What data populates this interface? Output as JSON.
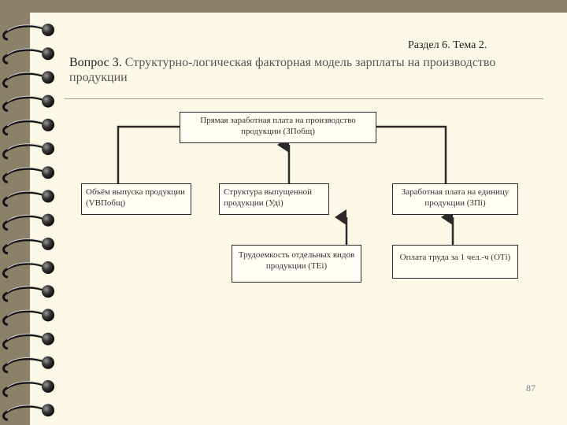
{
  "header": {
    "section": "Раздел 6. Тема 2.",
    "question_label": "Вопрос 3.",
    "question_title": "Структурно-логическая факторная модель зарплаты на производство продукции"
  },
  "diagram": {
    "boxes": {
      "top": "Прямая заработная плата на производство продукции (ЗПобщ)",
      "output": "Объём выпуска продукции (VВПобщ)",
      "structure": "Структура выпущенной продукции (Удi)",
      "wage_unit": "Заработная плата на единицу продукции (ЗПi)",
      "labor": "Трудоемкость отдельных видов продукции (ТЕi)",
      "pay": "Оплата труда за 1 чел.-ч (ОТi)"
    }
  },
  "page_number": "87",
  "colors": {
    "background": "#fcf8e6",
    "frame": "#8a8168",
    "line": "#2a2a2a"
  },
  "icons": [
    "spiral-binding-ring-icon"
  ]
}
